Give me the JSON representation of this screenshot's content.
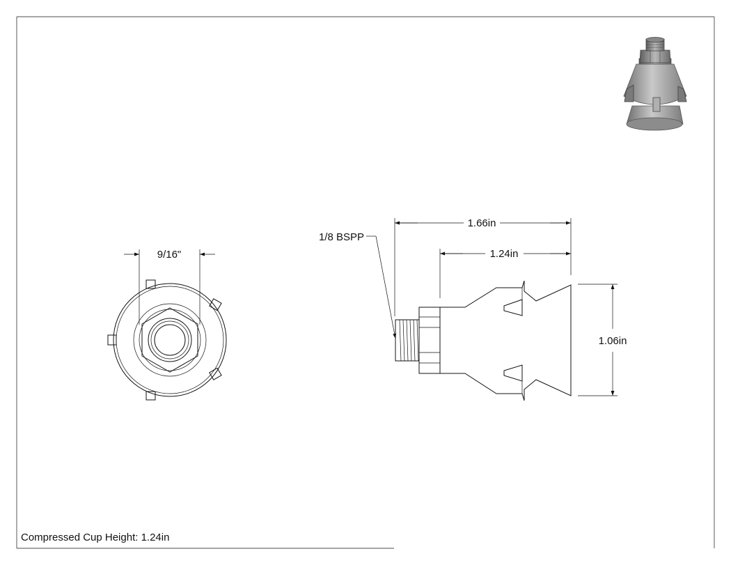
{
  "drawing": {
    "caption": "Compressed Cup Height: 1.24in",
    "dimensions": {
      "front_width": "9/16\"",
      "overall_length": "1.66in",
      "cup_length": "1.24in",
      "cup_diameter": "1.06in",
      "thread": "1/8 BSPP"
    }
  },
  "colors": {
    "line": "#111111",
    "part_shading": "#9a9a9a"
  }
}
